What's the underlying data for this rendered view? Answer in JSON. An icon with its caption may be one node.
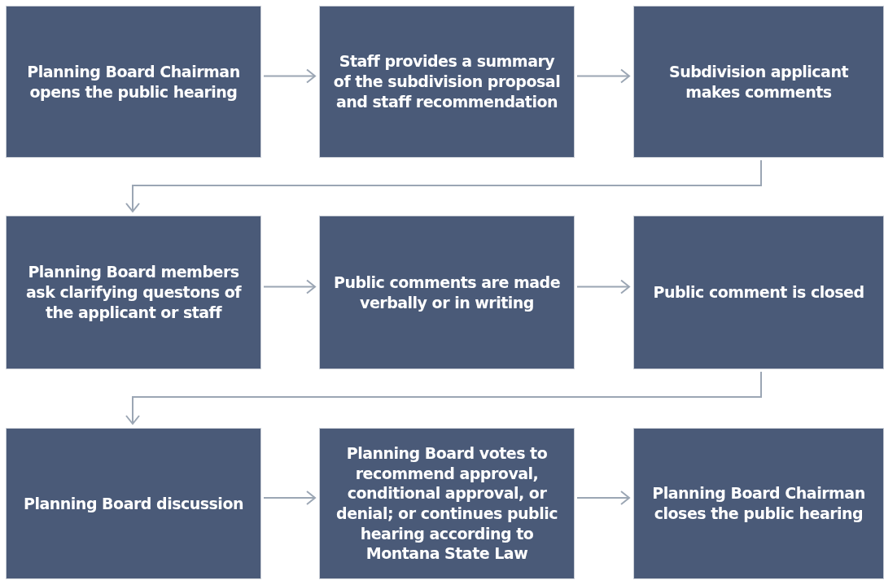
{
  "diagram": {
    "nodes": [
      {
        "text": [
          "Planning Board Chairman opens the public hearing"
        ]
      },
      {
        "text": [
          "Staff provides a summary of the subdivision proposal and staff recommendation"
        ]
      },
      {
        "text": [
          "Subdivision applicant makes comments"
        ]
      },
      {
        "text": [
          "Planning Board members ask clarifying questons of the applicant or staff"
        ]
      },
      {
        "text": [
          "Public comments are made verbally or in writing"
        ]
      },
      {
        "text": [
          "Public comment is closed"
        ]
      },
      {
        "text": [
          "Planning Board discussion"
        ]
      },
      {
        "text": [
          "Planning Board votes to recommend approval, conditional approval, or denial; or continues public hearing according to Montana State Law"
        ]
      },
      {
        "text": [
          "Planning Board Chairman closes the public hearing"
        ]
      }
    ],
    "edges": [
      {
        "from": 0,
        "to": 1,
        "arrow": "to"
      },
      {
        "from": 1,
        "to": 2,
        "arrow": "to"
      },
      {
        "from": 2,
        "to": 3,
        "arrow": "to"
      },
      {
        "from": 3,
        "to": 4,
        "arrow": "to"
      },
      {
        "from": 4,
        "to": 5,
        "arrow": "to"
      },
      {
        "from": 5,
        "to": 6,
        "arrow": "to"
      },
      {
        "from": 6,
        "to": 7,
        "arrow": "to"
      },
      {
        "from": 7,
        "to": 8,
        "arrow": "to"
      }
    ]
  }
}
